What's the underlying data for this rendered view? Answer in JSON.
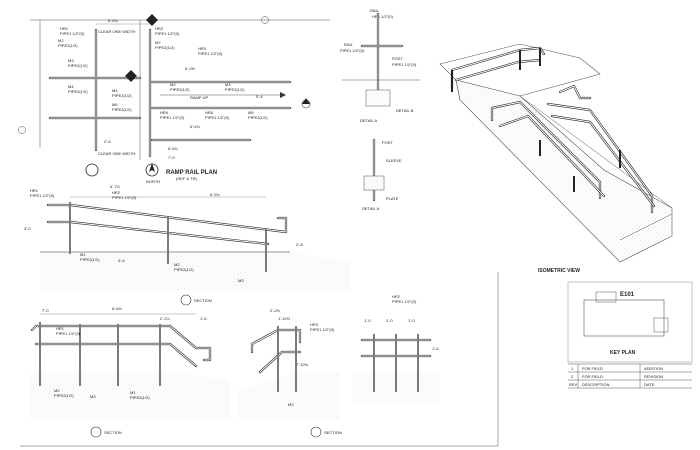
{
  "sheet": {
    "drawing_id": "E101",
    "key_plan_title": "KEY PLAN",
    "isometric_title": "ISOMETRIC VIEW"
  },
  "plan": {
    "title": "RAMP RAIL PLAN",
    "subtitle": "(REF & TR)",
    "north": "NORTH",
    "ramp_up": "RAMP UP",
    "clear_top": "CLEAR ONE WIDTH",
    "clear_bottom": "CLEAR ONE WIDTH",
    "labels": [
      {
        "tag": "HR1",
        "spec": "PIPE1 1/2\"(0)"
      },
      {
        "tag": "M2",
        "spec": "PIPE2(1/2)"
      },
      {
        "tag": "M3",
        "spec": "PIPE2(1/2)"
      },
      {
        "tag": "M4",
        "spec": "PIPE2(1/2)"
      },
      {
        "tag": "HR2",
        "spec": "PIPE1 1/2\"(0)"
      },
      {
        "tag": "M2",
        "spec": "PIPE2(1/2)"
      },
      {
        "tag": "HR3",
        "spec": "PIPE1 1/2\"(0)"
      },
      {
        "tag": "M2",
        "spec": "PIPE2(1/2)"
      },
      {
        "tag": "M3",
        "spec": "PIPE2(1/2)"
      },
      {
        "tag": "HR4",
        "spec": "PIPE1 1/2\"(0)"
      },
      {
        "tag": "M4",
        "spec": "PIPE2(1/2)"
      },
      {
        "tag": "HR5",
        "spec": "PIPE1 1/2\"(0)"
      },
      {
        "tag": "M5",
        "spec": "PIPE2(1/2)"
      },
      {
        "tag": "M6",
        "spec": "PIPE2(1/2)"
      }
    ],
    "dims": [
      "6'-6¾",
      "6'-0⅝",
      "6'-4¾",
      "5'-4",
      "2'-6",
      "7'-0",
      "1'-4",
      "6'-5¼"
    ]
  },
  "details": {
    "top_labels": [
      "RAIL",
      "RAIL",
      "POST",
      "PIPE1 1/2\"(0)",
      "PIPE1 1/2\"(0)",
      "HR1 1/2\"(0)"
    ],
    "detail_a": "DETAIL A",
    "detail_b": "DETAIL B",
    "post": "POST",
    "sleeve": "SLEEVE",
    "plate": "PLATE"
  },
  "elevation": {
    "tags": [
      "HR1",
      "HR2",
      "HR3"
    ],
    "specs": [
      "PIPE1 1/2\"(0)",
      "PIPE2(1/2)",
      "PIPE2(1/2)"
    ],
    "dims": [
      "6'-7¾",
      "3'-0",
      "6'-5¾",
      "4'-6",
      "2'-8"
    ],
    "section": "SECTION",
    "notes": [
      "M1",
      "M2",
      "M3"
    ]
  },
  "sections": {
    "section_label": "SECTION",
    "dims_left": [
      "7'-0",
      "6'-6½",
      "2'-2¼",
      "1'-6"
    ],
    "dims_mid": [
      "2'-2⅝",
      "1'-10½",
      "7'-10¾"
    ],
    "dims_right": [
      "1'-0",
      "1'-0",
      "1'-0",
      "1'-6"
    ]
  },
  "revisions": {
    "rows": [
      {
        "no": "1",
        "desc": "FOR FIELD",
        "col": "ADDITION"
      },
      {
        "no": "2",
        "desc": "FOR FIELD",
        "col": "REVISION"
      },
      {
        "no": "REV",
        "desc": "DESCRIPTION",
        "col": "DATE"
      }
    ]
  }
}
